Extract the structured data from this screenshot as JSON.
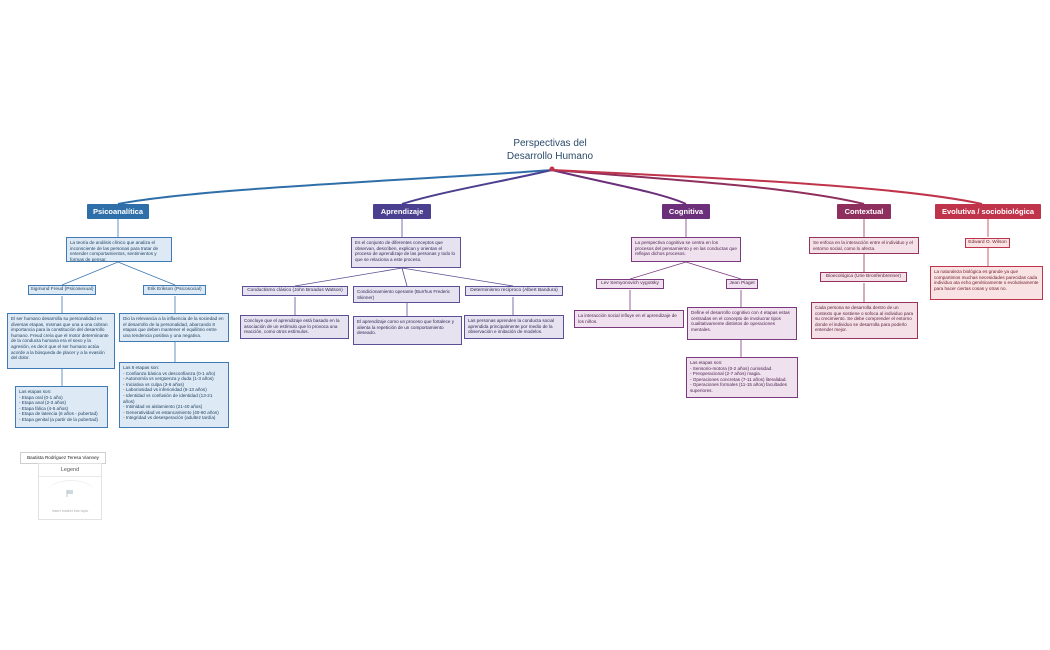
{
  "title": [
    "Perspectivas del",
    "Desarrollo Humano"
  ],
  "colors": {
    "psico": "#2f6fa9",
    "aprend": "#4b3f8f",
    "cogn": "#6c2f7a",
    "context": "#8e2f5d",
    "evol": "#c0344b"
  },
  "categories": {
    "psico": "Psicoanalítica",
    "aprend": "Aprendizaje",
    "cogn": "Cognitiva",
    "context": "Contextual",
    "evol": "Evolutiva / sociobiológica"
  },
  "psico": {
    "desc": "La teoría de análisis clínico que analiza el inconsciente de las personas para tratar de entender comportamientos, sentimientos y formas de pensar.",
    "freud": {
      "label": "Sigmund Freud (Psicosexual)",
      "desc": "El ser humano desarrolla su personalidad en diversas etapas, mismas que una a una cobran importancia para la constitución del desarrollo humano. Freud creía que el motor determinante de la conducta humana era el sexo y la agresión, es decir que el ser humano actúa acorde a la búsqueda de placer y a la evasión del dolor.",
      "stages_title": "Las etapas son:",
      "stages": [
        "- Etapa oral (0-1 año)",
        "- Etapa anal (2-3 años)",
        "- Etapa fálica (4-5 años)",
        "- Etapa de latencia (6 años - pubertad)",
        "- Etapa genital (a partir de la pubertad)"
      ]
    },
    "erikson": {
      "label": "Erik Erikson (Psicosocial)",
      "desc": "Dio la relevancia a la influencia de la sociedad en el desarrollo de la personalidad, abarcando 8 etapas que deben mantener el equilibrio entre una tendencia positiva y una negativa.",
      "stages_title": "Las 8 etapas son:",
      "stages": [
        "- Confianza básica vs desconfianza (0-1 año)",
        "- Autonomía vs vergüenza y duda (1-3 años)",
        "- Iniciativa vs culpa (3-6 años)",
        "- Laboriosidad vs inferioridad (6-13 años)",
        "- Identidad vs confusión de identidad (13-21 años)",
        "- Intimidad vs aislamiento (21-40 años)",
        "- Generatividad vs estancamiento (40-60 años)",
        "- Integridad vs desesperación (adultez tardía)"
      ]
    }
  },
  "aprend": {
    "desc": "Es el conjunto de diferentes conceptos que observan, describen, explican y orientan el proceso de aprendizaje de las personas y todo lo que se relaciona a este proceso.",
    "watson": {
      "label": "Conductismo clásico (John Broadus Watson)",
      "desc": "Concluye que el aprendizaje está basado en la asociación de un estímulo que lo provoca una reacción, como otros estímulos."
    },
    "skinner": {
      "label": "Condicionamiento operante (Burrhus Frederic Skinner)",
      "desc": "El aprendizaje como un proceso que fortalece y alienta la repetición de un comportamiento deseado."
    },
    "bandura": {
      "label": "Determinismo recíproco (Albert Bandura)",
      "desc": "Las personas aprenden la conducta social aprendida principalmente por medio de la observación e imitación de modelos."
    }
  },
  "cogn": {
    "desc": "La perspectiva cognitiva se centra en los procesos del pensamiento y en las conductas que reflejan dichos procesos.",
    "vygotsky": {
      "label": "Lev Semyonovich vygotsky",
      "desc": "La interacción social influye en el aprendizaje de los niños."
    },
    "piaget": {
      "label": "Jean Piaget",
      "desc": "Define el desarrollo cognitivo con 4 etapas estas centradas en el concepto de involucrar tipos cualitativamente distintos de operaciones mentales.",
      "stages_title": "Las etapas son:",
      "stages": [
        "- Sensorio-motora (0-2 años) curiosidad.",
        "- Preoperacional (2-7 años) magia.",
        "- Operaciones concretas (7-11 años) literalidad.",
        "- Operaciones formales (11-15 años) facultades superiores."
      ]
    }
  },
  "context": {
    "desc": "Se enfoca en la interacción entre el individuo y el entorno social, como lo afecta.",
    "bronf": {
      "label": "Bioecológica (Urie Bronfenbrenner)",
      "desc": "Cada persona se desarrolla dentro de un contexto que sostiene o sofoca al individuo para su crecimiento. Se debe comprender el entorno donde el individuo se desarrolla para poderlo entender mejor."
    }
  },
  "evol": {
    "wilson": {
      "label": "Edward O. Wilson",
      "desc": "La naturaleza biológica es grande ya que compartimos muchas necesidades parecidas cada individuo ata echo genéticamente o evolutivamente para hacer ciertas cosas y otras no."
    }
  },
  "author": "Bautista Rodríguez Teresa Vianney",
  "legend": {
    "title": "Legend",
    "empty": "Insert marker into topic"
  }
}
